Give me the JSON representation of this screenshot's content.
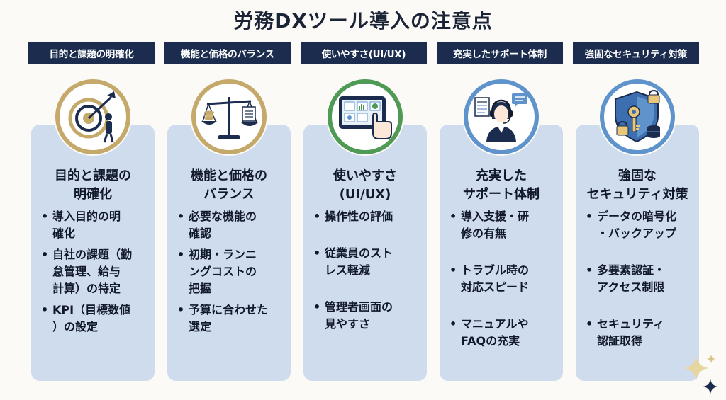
{
  "title": "労務DXツール導入の注意点",
  "columns": [
    {
      "header": "目的と課題の明確化",
      "icon": "target-arrow-icon",
      "card_title": "目的と課題の明確化",
      "bullets": [
        "導入目的の明確化",
        "自社の課題（勤怠管理、給与計算）の特定",
        "KPI（目標数値）の設定"
      ]
    },
    {
      "header": "機能と価格のバランス",
      "icon": "balance-scale-icon",
      "card_title": "機能と価格のバランス",
      "bullets": [
        "必要な機能の確認",
        "初期・ランニングコストの把握",
        "予算に合わせた選定"
      ]
    },
    {
      "header": "使いやすさ(UI/UX)",
      "icon": "tablet-touch-icon",
      "card_title": "使いやすさ(UI/UX)",
      "bullets": [
        "操作性の評価",
        "従業員のストレス軽減",
        "管理者画面の見やすさ"
      ]
    },
    {
      "header": "充実したサポート体制",
      "icon": "support-operator-icon",
      "card_title": "充実したサポート体制",
      "bullets": [
        "導入支援・研修の有無",
        "トラブル時の対応スピード",
        "マニュアルやFAQの充実"
      ]
    },
    {
      "header": "強固なセキュリティ対策",
      "icon": "security-shield-icon",
      "card_title": "強固なセキュリティ対策",
      "bullets": [
        "データの暗号化・バックアップ",
        "多要素認証・アクセス制限",
        "セキュリティ認証取得"
      ]
    }
  ],
  "colors": {
    "header_bg": "#1b2c4e",
    "card_bg": "#cfdcee",
    "gold": "#c4a96a",
    "green": "#4f9a55",
    "blue": "#5f93cc"
  }
}
